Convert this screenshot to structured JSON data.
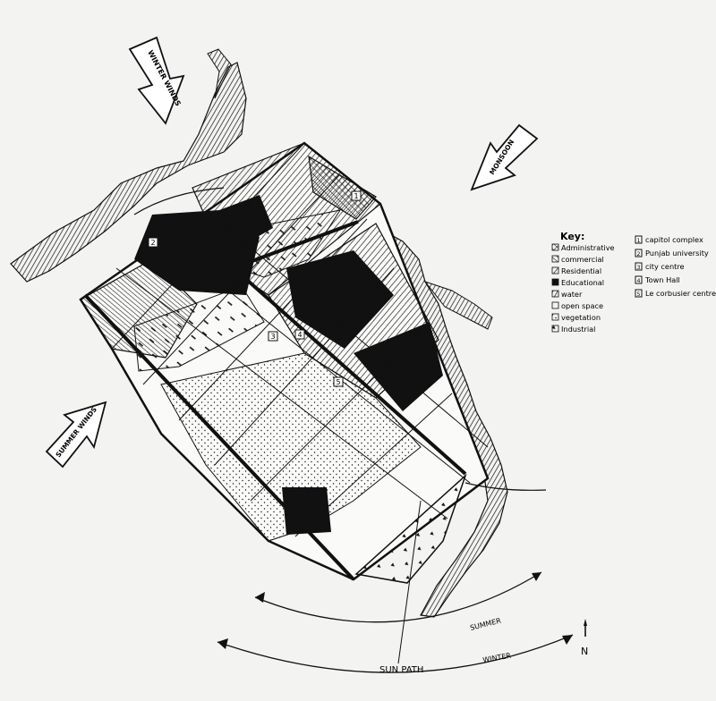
{
  "map": {
    "key": {
      "title": "Key:",
      "land_use": [
        {
          "label": "Administrative",
          "pattern": "crosshatch"
        },
        {
          "label": "commercial",
          "pattern": "vertical-lines"
        },
        {
          "label": "Residential",
          "pattern": "diagonal-lines"
        },
        {
          "label": "Educational",
          "pattern": "solid"
        },
        {
          "label": "water",
          "pattern": "wavy"
        },
        {
          "label": "open space",
          "pattern": "dashes"
        },
        {
          "label": "vegetation",
          "pattern": "dots"
        },
        {
          "label": "Industrial",
          "pattern": "triangles"
        }
      ],
      "landmarks": [
        {
          "num": "1",
          "label": "capitol complex"
        },
        {
          "num": "2",
          "label": "Punjab university"
        },
        {
          "num": "3",
          "label": "city centre"
        },
        {
          "num": "4",
          "label": "Town Hall"
        },
        {
          "num": "5",
          "label": "Le corbusier centre"
        }
      ]
    },
    "arrows": {
      "winter_winds": "WINTER WINDS",
      "monsoon": "MONSOON",
      "summer_winds": "SUMMER WINDS"
    },
    "sun_path": {
      "label": "SUN PATH",
      "summer": "SUMMER",
      "winter": "WINTER"
    },
    "north": "N",
    "markers": [
      "1",
      "2",
      "3",
      "4",
      "5"
    ],
    "colors": {
      "ink": "#111111",
      "paper": "#f3f3f1"
    }
  }
}
